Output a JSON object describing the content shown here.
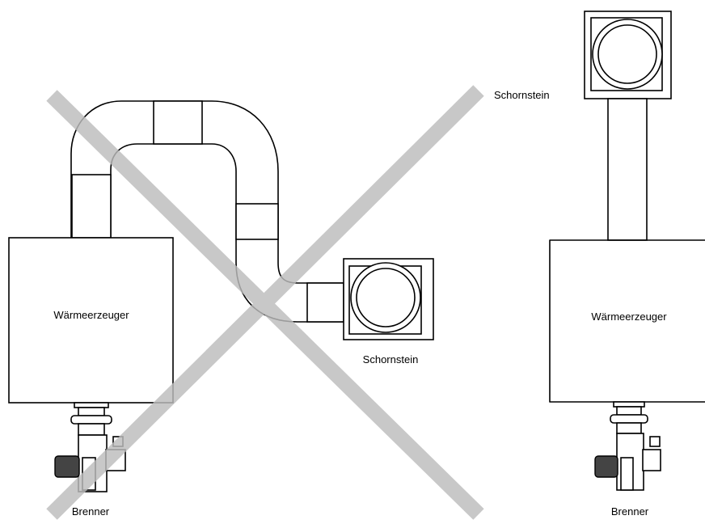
{
  "colors": {
    "line": "#000000",
    "cross": "#c0c0c0",
    "background": "#ffffff",
    "motor": "#444444"
  },
  "left": {
    "status": "incorrect",
    "status_marker": "cross-out-icon",
    "boiler_label": "Wärmeerzeuger",
    "chimney_label": "Schornstein",
    "burner_label": "Brenner"
  },
  "right": {
    "status": "correct",
    "boiler_label": "Wärmeerzeuger",
    "chimney_label": "Schornstein",
    "burner_label": "Brenner"
  }
}
